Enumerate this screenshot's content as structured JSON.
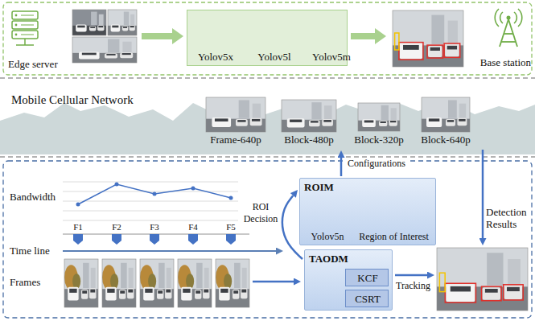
{
  "diagram": {
    "nodes": [
      {
        "text": [
          "Edge server"
        ]
      },
      {
        "text": [
          "Yolov5x",
          "Yolov5l",
          "Yolov5m"
        ]
      },
      {
        "text": [
          "Base station"
        ]
      },
      {
        "text": [
          "Frame-640p"
        ]
      },
      {
        "text": [
          "Block-480p"
        ]
      },
      {
        "text": [
          "Block-320p"
        ]
      },
      {
        "text": [
          "Block-640p"
        ]
      },
      {
        "text": [
          "ROIM"
        ]
      },
      {
        "text": [
          "Yolov5n"
        ],
        "in": 7
      },
      {
        "text": [
          "Region of Interest"
        ],
        "in": 7
      },
      {
        "text": [
          "TAODM"
        ]
      },
      {
        "text": [
          "KCF"
        ],
        "in": 10
      },
      {
        "text": [
          "CSRT"
        ],
        "in": 10
      }
    ],
    "edges": [
      {
        "from": 0,
        "to": 1,
        "arrow": "to"
      },
      {
        "from": 1,
        "to": 2,
        "arrow": "to"
      },
      {
        "from": 7,
        "to": 4,
        "label": "Configurations",
        "arrow": "to"
      },
      {
        "from": 10,
        "to": 7,
        "label": "ROI Decision",
        "arrow": "to"
      }
    ],
    "labels": [
      "Mobile Cellular Network",
      "Bandwidth",
      "F1",
      "F2",
      "F3",
      "F4",
      "F5",
      "Time line",
      "Frames",
      "Detection Results",
      "Tracking"
    ]
  }
}
